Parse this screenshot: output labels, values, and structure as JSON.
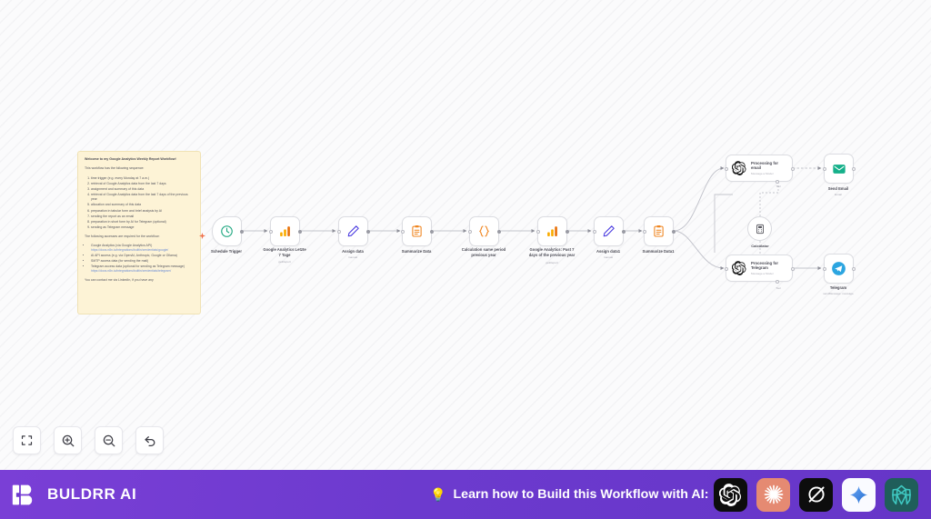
{
  "app": {
    "brand_name": "BULDRR AI",
    "accent_purple": "#6C3ACE",
    "canvas_bg": "#FBFBFC",
    "sticky_bg": "#FDF3D6"
  },
  "sticky_note": {
    "title": "Welcome to my Google Analytics Weekly Report Workflow!",
    "lead": "This workflow has the following sequence:",
    "steps": [
      "time trigger (e.g. every Monday at 7 a.m.)",
      "retrieval of Google Analytics data from the last 7 days",
      "assignment and summary of this data",
      "retrieval of Google Analytics data from the last 7 days of the previous year",
      "allocation and summary of this data",
      "preparation in tabular form and brief analysis by AI",
      "sending the report as an email",
      "preparation in short form by AI for Telegram (optional)",
      "sending as Telegram message"
    ],
    "access_lead": "The following accesses are required for the workflow:",
    "accesses": [
      "Google Analytics (via Google Analytics API)",
      "AI API access (e.g. via OpenAI, Anthropic, Google or Ollama)",
      "SMTP access data (for sending the mail)",
      "Telegram access data (optional for sending as Telegram message)"
    ],
    "link_ga": "https://docs.n8n.io/integrations/builtin/credentials/google/",
    "link_telegram": "https://docs.n8n.io/integrations/builtin/credentials/telegram/",
    "footer": "You can contact me via LinkedIn, if you have any"
  },
  "nodes": [
    {
      "id": "schedule-trigger",
      "label": "Schedule Trigger",
      "sub": "",
      "icon": "clock-icon"
    },
    {
      "id": "ga-last-7-days",
      "label": "Google Analytics Letzte\n7 Tage",
      "sub": "getReport",
      "icon": "bar-chart-icon"
    },
    {
      "id": "assign-data",
      "label": "Assign data",
      "sub": "manual",
      "icon": "pencil-icon"
    },
    {
      "id": "summarize-data",
      "label": "Summarize Data",
      "sub": "",
      "icon": "clipboard-icon"
    },
    {
      "id": "calculation-prev-year",
      "label": "Calculation same period\nprevious year",
      "sub": "",
      "icon": "code-braces-icon"
    },
    {
      "id": "ga-past-7-prev-year",
      "label": "Google Analytics: Past 7\ndays of the previous year",
      "sub": "getReport",
      "icon": "bar-chart-icon"
    },
    {
      "id": "assign-data-1",
      "label": "Assign data1",
      "sub": "manual",
      "icon": "pencil-icon"
    },
    {
      "id": "summarize-data-1",
      "label": "Summarize Data1",
      "sub": "",
      "icon": "clipboard-icon"
    }
  ],
  "ai_nodes": [
    {
      "id": "processing-for-email",
      "title": "Processing for\nemail",
      "sub": "Message a Model",
      "icon": "openai-icon"
    },
    {
      "id": "processing-for-telegram",
      "title": "Processing for\nTelegram",
      "sub": "Message a Model",
      "icon": "openai-icon"
    }
  ],
  "output_nodes": [
    {
      "id": "send-email",
      "label": "Send Email",
      "sub": "Email",
      "icon": "envelope-icon"
    },
    {
      "id": "telegram",
      "label": "Telegram",
      "sub": "sendMessage: message",
      "icon": "telegram-icon"
    }
  ],
  "tool_node": {
    "id": "calculator",
    "label": "Calculator",
    "port_label": "Tool",
    "icon": "calculator-icon"
  },
  "toolbar": [
    {
      "id": "fit-view",
      "name": "fit-to-view-button",
      "icon": "fit-screen-icon"
    },
    {
      "id": "zoom-in",
      "name": "zoom-in-button",
      "icon": "zoom-in-icon"
    },
    {
      "id": "zoom-out",
      "name": "zoom-out-button",
      "icon": "zoom-out-icon"
    },
    {
      "id": "reset",
      "name": "reset-view-button",
      "icon": "undo-icon"
    }
  ],
  "footer": {
    "bulb": "💡",
    "cta_text": "Learn how to Build this Workflow with AI:",
    "ai_buttons": [
      {
        "id": "openai",
        "name": "openai-icon",
        "bg": "#0D0D0D"
      },
      {
        "id": "anthropic",
        "name": "anthropic-icon",
        "bg": "#E58A72"
      },
      {
        "id": "grok",
        "name": "grok-icon",
        "bg": "#0D0D0D"
      },
      {
        "id": "gemini",
        "name": "gemini-icon",
        "bg": "#FAFBFF"
      },
      {
        "id": "mistral",
        "name": "mistral-icon",
        "bg": "#1F5E5A"
      }
    ]
  }
}
